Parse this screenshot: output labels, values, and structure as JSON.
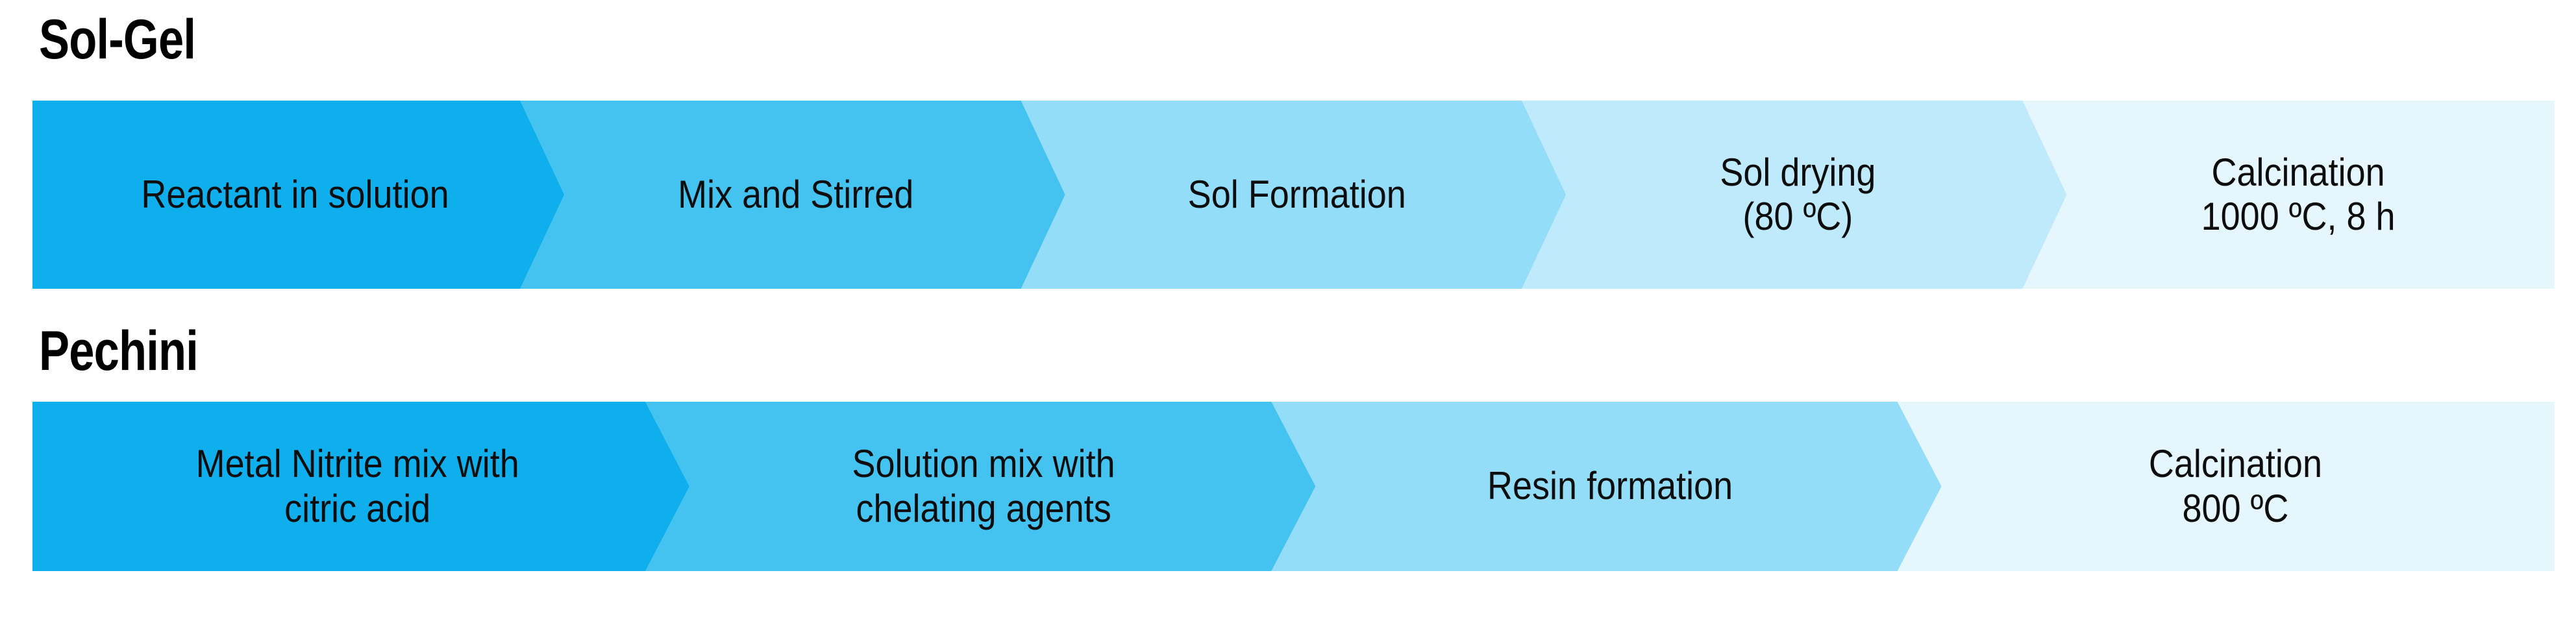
{
  "page": {
    "background": "#FFFFFF",
    "text_color": "#0D0D0D"
  },
  "palette": {
    "shade_1": "#0FAFEE",
    "shade_2": "#45C3F0",
    "shade_3": "#93DDF8",
    "shade_4": "#BFEAFB",
    "shade_5": "#E6F6FD"
  },
  "sections": [
    {
      "id": "sol-gel",
      "title": "Sol-Gel",
      "steps": [
        {
          "label": "Reactant in solution",
          "color": "#0FAFEE"
        },
        {
          "label": "Mix and Stirred",
          "color": "#45C3F0"
        },
        {
          "label": "Sol Formation",
          "color": "#93DDF8"
        },
        {
          "label": "Sol drying\n(80 ºC)",
          "color": "#BFEAFB"
        },
        {
          "label": "Calcination\n1000 ºC, 8 h",
          "color": "#E6F6FD"
        }
      ]
    },
    {
      "id": "pechini",
      "title": "Pechini",
      "steps": [
        {
          "label": "Metal Nitrite mix with\ncitric acid",
          "color": "#0FAFEE"
        },
        {
          "label": "Solution mix with\nchelating agents",
          "color": "#45C3F0"
        },
        {
          "label": "Resin formation",
          "color": "#93DDF8"
        },
        {
          "label": "Calcination\n800 ºC",
          "color": "#E6F6FD"
        }
      ]
    }
  ]
}
